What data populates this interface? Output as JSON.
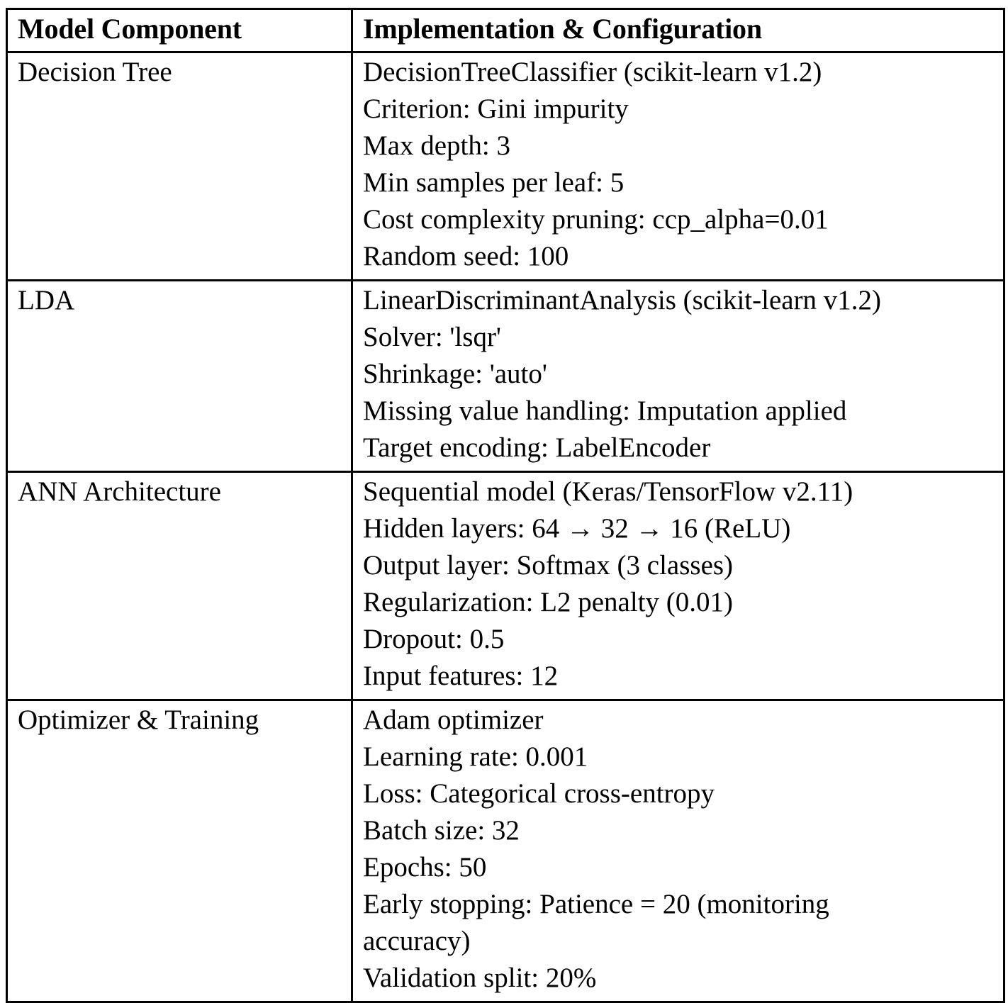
{
  "table": {
    "columns": [
      {
        "key": "component",
        "header": "Model Component"
      },
      {
        "key": "implementation",
        "header": "Implementation & Configuration"
      }
    ],
    "rows": [
      {
        "component": "Decision Tree",
        "implementation": [
          "DecisionTreeClassifier (scikit-learn v1.2)",
          "Criterion: Gini impurity",
          "Max depth: 3",
          "Min samples per leaf: 5",
          "Cost complexity pruning: ccp_alpha=0.01",
          "Random seed: 100"
        ]
      },
      {
        "component": "LDA",
        "implementation": [
          "LinearDiscriminantAnalysis (scikit-learn v1.2)",
          "Solver: 'lsqr'",
          "Shrinkage: 'auto'",
          "Missing value handling: Imputation applied",
          "Target encoding: LabelEncoder"
        ]
      },
      {
        "component": "ANN Architecture",
        "implementation": [
          "Sequential model (Keras/TensorFlow v2.11)",
          "Hidden layers: 64 → 32 → 16 (ReLU)",
          "Output layer: Softmax (3 classes)",
          "Regularization: L2 penalty (0.01)",
          "Dropout: 0.5",
          "Input features: 12"
        ]
      },
      {
        "component": "Optimizer & Training",
        "implementation": [
          "Adam optimizer",
          "Learning rate: 0.001",
          "Loss: Categorical cross-entropy",
          "Batch size: 32",
          "Epochs: 50",
          "Early stopping: Patience = 20 (monitoring accuracy)",
          "Validation split: 20%"
        ]
      }
    ]
  },
  "style": {
    "border_color": "#000000",
    "text_color": "#000000",
    "background_color": "#ffffff"
  }
}
